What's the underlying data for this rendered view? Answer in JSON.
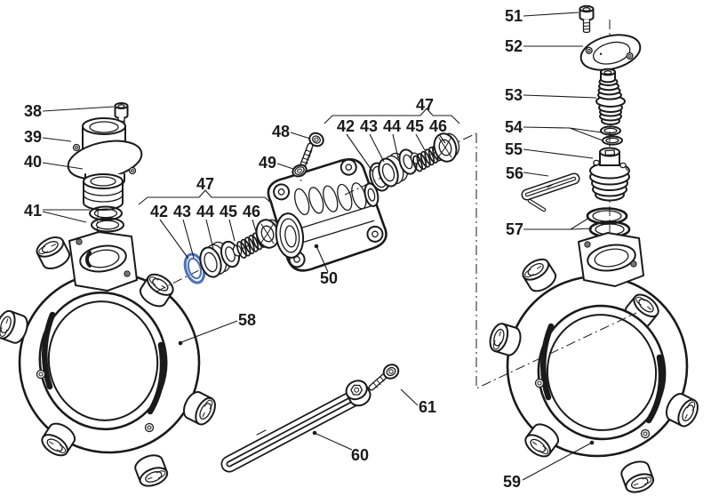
{
  "diagram": {
    "type": "exploded-parts-diagram",
    "colors": {
      "line": "#1a1a1a",
      "highlight": "#5074b8",
      "background": "#ffffff"
    },
    "labels": {
      "p38": "38",
      "p39": "39",
      "p40": "40",
      "p41": "41",
      "p48": "48",
      "p49": "49",
      "p50": "50",
      "p51": "51",
      "p52": "52",
      "p53": "53",
      "p54": "54",
      "p55": "55",
      "p56": "56",
      "p57": "57",
      "p58": "58",
      "p59": "59",
      "p60": "60",
      "p61": "61"
    },
    "groups": {
      "valve_assembly_left": {
        "label": "47",
        "members": [
          "42",
          "43",
          "44",
          "45",
          "46"
        ]
      },
      "valve_assembly_top": {
        "label": "47",
        "members": [
          "42",
          "43",
          "44",
          "45",
          "46"
        ]
      }
    }
  }
}
